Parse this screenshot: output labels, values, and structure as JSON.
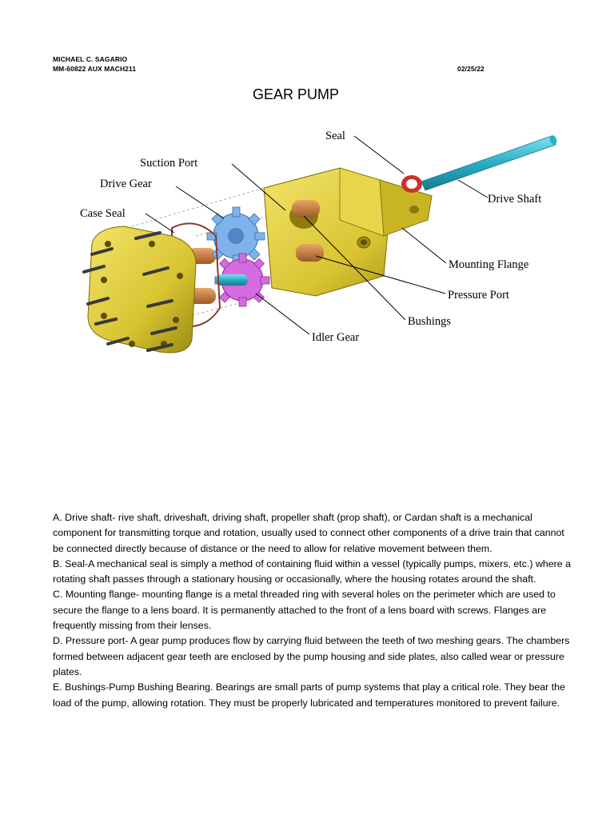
{
  "header": {
    "author": "MICHAEL C. SAGARIO",
    "course": "MM-60822 AUX MACH211",
    "date": "02/25/22"
  },
  "title": "GEAR PUMP",
  "diagram": {
    "labels": {
      "seal": "Seal",
      "suction_port": "Suction Port",
      "drive_gear": "Drive Gear",
      "case_seal": "Case Seal",
      "drive_shaft": "Drive Shaft",
      "mounting_flange": "Mounting Flange",
      "pressure_port": "Pressure Port",
      "bushings": "Bushings",
      "idler_gear": "Idler Gear"
    },
    "colors": {
      "housing": "#d9c431",
      "drive_gear": "#7fb2ea",
      "idler_gear": "#d46be0",
      "shaft": "#2aaec6",
      "seal": "#c8342a",
      "bushing": "#c47a3a",
      "bolt": "#3a3a3a"
    }
  },
  "paragraphs": [
    {
      "id": "A",
      "text": "A. Drive shaft- rive shaft, driveshaft, driving shaft, propeller shaft (prop shaft), or Cardan shaft is a mechanical component for transmitting torque and rotation, usually used to connect other components of a drive train that cannot be connected directly because of distance or the need to allow for relative movement between them."
    },
    {
      "id": "B",
      "text": "B. Seal-A mechanical seal is simply a method of containing fluid within a vessel (typically pumps, mixers, etc.) where a rotating shaft passes through a stationary housing or occasionally, where the housing rotates around the shaft."
    },
    {
      "id": "C",
      "text": "C. Mounting flange-  mounting flange is a metal threaded ring with several holes on the perimeter which are used to secure the flange to a lens board. It is permanently attached to the front of a lens board with screws. Flanges are frequently missing from their lenses."
    },
    {
      "id": "D",
      "text": "D. Pressure port- A gear pump produces flow by carrying fluid between the teeth of two meshing gears. The chambers formed between adjacent gear teeth are enclosed by the pump housing and side plates, also called wear or pressure plates."
    },
    {
      "id": "E",
      "text": "E. Bushings-Pump Bushing Bearing. Bearings are small parts of pump systems that play a critical role. They bear the load of the pump, allowing rotation. They must be properly lubricated and temperatures monitored to prevent failure."
    }
  ]
}
